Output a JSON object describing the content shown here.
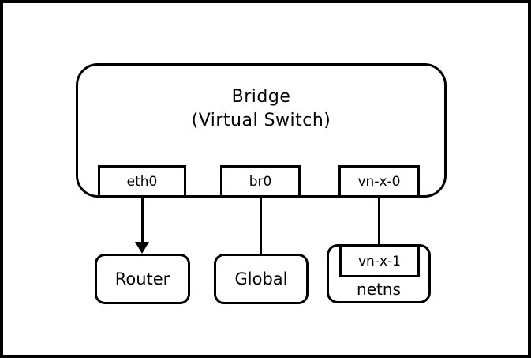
{
  "diagram": {
    "bridge": {
      "title_line1": "Bridge",
      "title_line2": "(Virtual Switch)",
      "ports": [
        {
          "label": "eth0"
        },
        {
          "label": "br0"
        },
        {
          "label": "vn-x-0"
        }
      ]
    },
    "nodes": [
      {
        "label": "Router"
      },
      {
        "label": "Global"
      }
    ],
    "netns": {
      "label": "netns",
      "interface_label": "vn-x-1"
    },
    "connections": [
      {
        "from": "eth0",
        "to": "Router",
        "arrow": true
      },
      {
        "from": "br0",
        "to": "Global",
        "arrow": false
      },
      {
        "from": "vn-x-0",
        "to": "vn-x-1",
        "arrow": false
      }
    ],
    "colors": {
      "stroke": "#000000",
      "background": "#ffffff"
    }
  }
}
